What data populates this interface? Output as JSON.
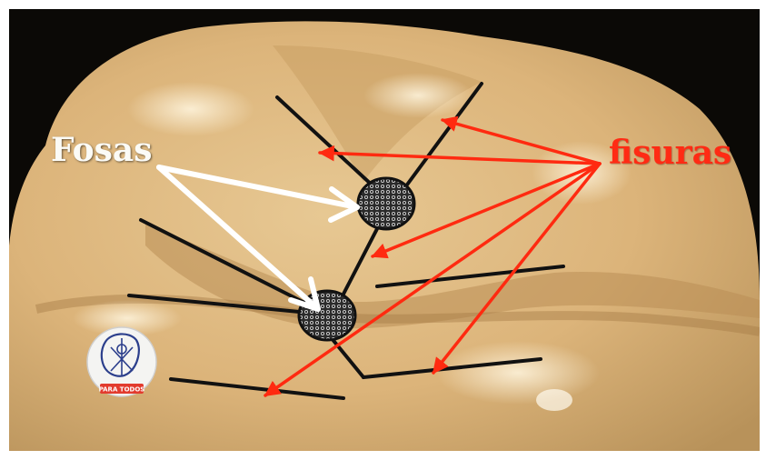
{
  "labels": {
    "pits": "Fosas",
    "fissures": "fisuras"
  },
  "logo": {
    "text": "PARA TODOS"
  },
  "colors": {
    "pits_arrow": "#ffffff",
    "fissures_arrow": "#ff2a10",
    "fissure_lines": "#111111",
    "pit_marker": "#222222"
  }
}
